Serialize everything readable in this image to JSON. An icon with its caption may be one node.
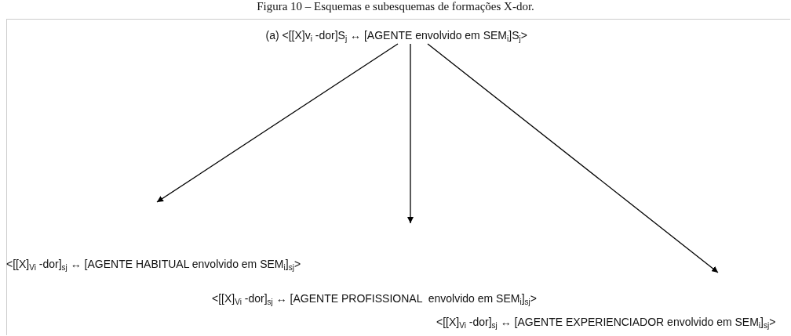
{
  "diagram": {
    "title": "Figura 10 – Esquemas e subesquemas de formações X-dor.",
    "nodes": [
      {
        "text": [
          "(a) <[[X]v$_{i}$ -dor]S$_{j}$ ↔ [AGENTE envolvido em SEM$_{i}$]S$_{j}$>"
        ]
      },
      {
        "text": [
          "<[[X]$_{Vi}$ -dor]$_{sj}$ ↔ [AGENTE HABITUAL envolvido em SEM$_{i}$]$_{sj}$>"
        ]
      },
      {
        "text": [
          "<[[X]$_{Vi}$ -dor]$_{sj}$ ↔ [AGENTE PROFISSIONAL  envolvido em SEM$_{i}$]$_{sj}$>"
        ]
      },
      {
        "text": [
          "<[[X]$_{Vi}$ -dor]$_{sj}$ ↔ [AGENTE EXPERIENCIADOR envolvido em SEM$_{i}$]$_{sj}$>"
        ]
      }
    ],
    "edges": [
      {
        "from": 0,
        "to": 1,
        "arrow": "to"
      },
      {
        "from": 0,
        "to": 2,
        "arrow": "to"
      },
      {
        "from": 0,
        "to": 3,
        "arrow": "to"
      }
    ]
  }
}
